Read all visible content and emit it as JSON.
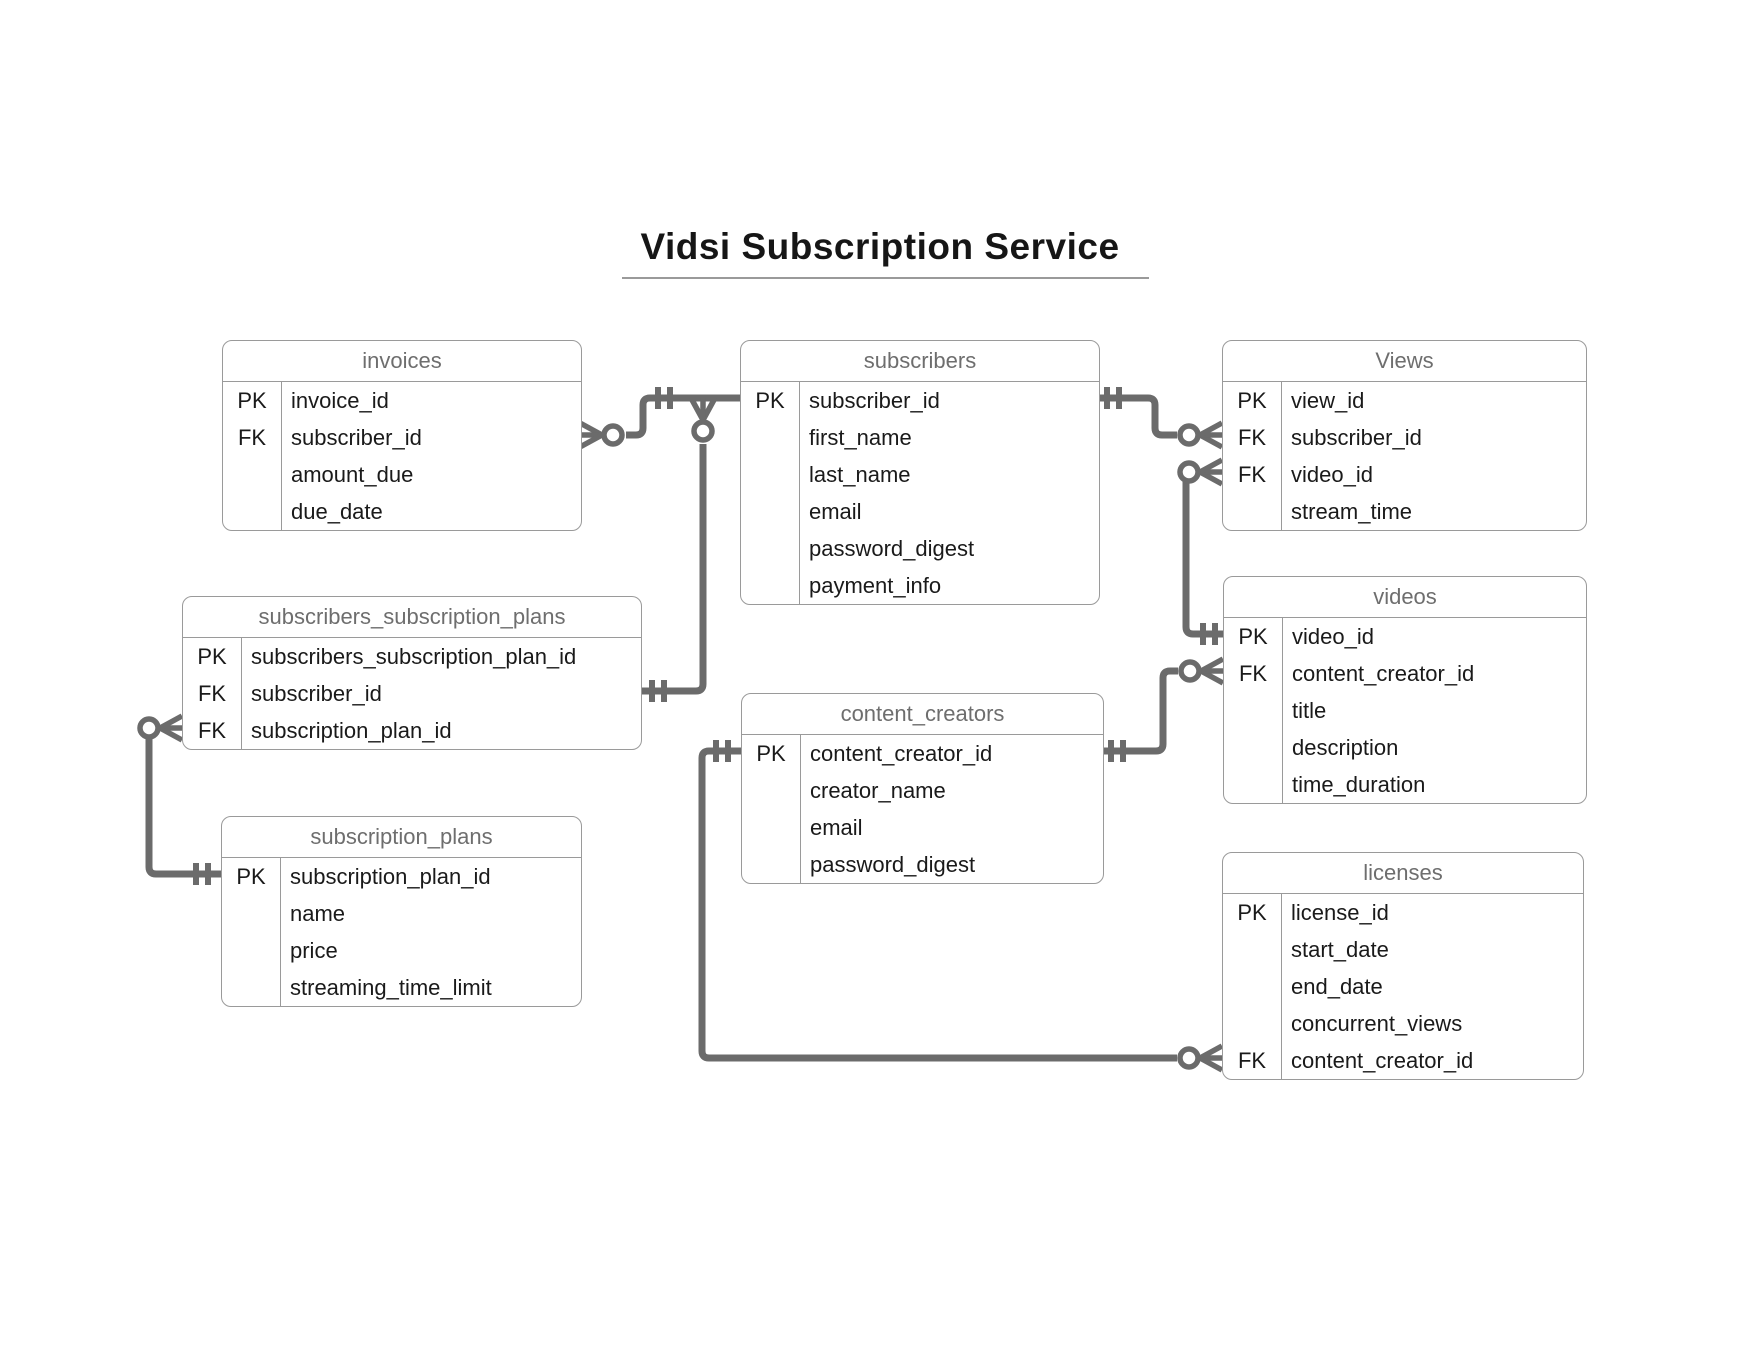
{
  "title": "Vidsi Subscription Service",
  "colors": {
    "background": "#ffffff",
    "table_border": "#9a9a9a",
    "table_title_text": "#6e6e6e",
    "field_text": "#1a1a1a",
    "connector": "#6b6b6b",
    "title_text": "#161616"
  },
  "tables": [
    {
      "id": "invoices",
      "name": "invoices",
      "fields": [
        {
          "key": "PK",
          "name": "invoice_id"
        },
        {
          "key": "FK",
          "name": "subscriber_id"
        },
        {
          "key": "",
          "name": "amount_due"
        },
        {
          "key": "",
          "name": "due_date"
        }
      ]
    },
    {
      "id": "subscribers",
      "name": "subscribers",
      "fields": [
        {
          "key": "PK",
          "name": "subscriber_id"
        },
        {
          "key": "",
          "name": "first_name"
        },
        {
          "key": "",
          "name": "last_name"
        },
        {
          "key": "",
          "name": "email"
        },
        {
          "key": "",
          "name": "password_digest"
        },
        {
          "key": "",
          "name": "payment_info"
        }
      ]
    },
    {
      "id": "views",
      "name": "Views",
      "fields": [
        {
          "key": "PK",
          "name": "view_id"
        },
        {
          "key": "FK",
          "name": "subscriber_id"
        },
        {
          "key": "FK",
          "name": "video_id"
        },
        {
          "key": "",
          "name": "stream_time"
        }
      ]
    },
    {
      "id": "subscribers_subscription_plans",
      "name": "subscribers_subscription_plans",
      "fields": [
        {
          "key": "PK",
          "name": "subscribers_subscription_plan_id"
        },
        {
          "key": "FK",
          "name": "subscriber_id"
        },
        {
          "key": "FK",
          "name": "subscription_plan_id"
        }
      ]
    },
    {
      "id": "videos",
      "name": "videos",
      "fields": [
        {
          "key": "PK",
          "name": "video_id"
        },
        {
          "key": "FK",
          "name": "content_creator_id"
        },
        {
          "key": "",
          "name": "title"
        },
        {
          "key": "",
          "name": "description"
        },
        {
          "key": "",
          "name": "time_duration"
        }
      ]
    },
    {
      "id": "content_creators",
      "name": "content_creators",
      "fields": [
        {
          "key": "PK",
          "name": "content_creator_id"
        },
        {
          "key": "",
          "name": "creator_name"
        },
        {
          "key": "",
          "name": "email"
        },
        {
          "key": "",
          "name": "password_digest"
        }
      ]
    },
    {
      "id": "subscription_plans",
      "name": "subscription_plans",
      "fields": [
        {
          "key": "PK",
          "name": "subscription_plan_id"
        },
        {
          "key": "",
          "name": "name"
        },
        {
          "key": "",
          "name": "price"
        },
        {
          "key": "",
          "name": "streaming_time_limit"
        }
      ]
    },
    {
      "id": "licenses",
      "name": "licenses",
      "fields": [
        {
          "key": "PK",
          "name": "license_id"
        },
        {
          "key": "",
          "name": "start_date"
        },
        {
          "key": "",
          "name": "end_date"
        },
        {
          "key": "",
          "name": "concurrent_views"
        },
        {
          "key": "FK",
          "name": "content_creator_id"
        }
      ]
    }
  ],
  "relationships": [
    {
      "id": "subscribers-invoices",
      "ends": [
        {
          "table": "subscribers",
          "field": "subscriber_id",
          "marker": "one-and-only-one"
        },
        {
          "table": "invoices",
          "field": "subscriber_id",
          "marker": "zero-or-many"
        }
      ]
    },
    {
      "id": "subscribers-subscribers_subscription_plans",
      "ends": [
        {
          "table": "subscribers_subscription_plans",
          "field": "subscriber_id",
          "marker": "one-and-only-one"
        },
        {
          "table": "subscribers",
          "field": "subscriber_id",
          "marker": "zero-or-many"
        }
      ]
    },
    {
      "id": "subscribers-views",
      "ends": [
        {
          "table": "subscribers",
          "field": "subscriber_id",
          "marker": "one-and-only-one"
        },
        {
          "table": "views",
          "field": "subscriber_id",
          "marker": "zero-or-many"
        }
      ]
    },
    {
      "id": "videos-views",
      "ends": [
        {
          "table": "videos",
          "field": "video_id",
          "marker": "one-and-only-one"
        },
        {
          "table": "views",
          "field": "video_id",
          "marker": "zero-or-many"
        }
      ]
    },
    {
      "id": "content_creators-videos",
      "ends": [
        {
          "table": "content_creators",
          "field": "content_creator_id",
          "marker": "one-and-only-one"
        },
        {
          "table": "videos",
          "field": "content_creator_id",
          "marker": "zero-or-many"
        }
      ]
    },
    {
      "id": "content_creators-licenses",
      "ends": [
        {
          "table": "content_creators",
          "field": "content_creator_id",
          "marker": "one-and-only-one"
        },
        {
          "table": "licenses",
          "field": "content_creator_id",
          "marker": "zero-or-many"
        }
      ]
    },
    {
      "id": "subscription_plans-subscribers_subscription_plans",
      "ends": [
        {
          "table": "subscription_plans",
          "field": "subscription_plan_id",
          "marker": "one-and-only-one"
        },
        {
          "table": "subscribers_subscription_plans",
          "field": "subscription_plan_id",
          "marker": "zero-or-many"
        }
      ]
    }
  ]
}
